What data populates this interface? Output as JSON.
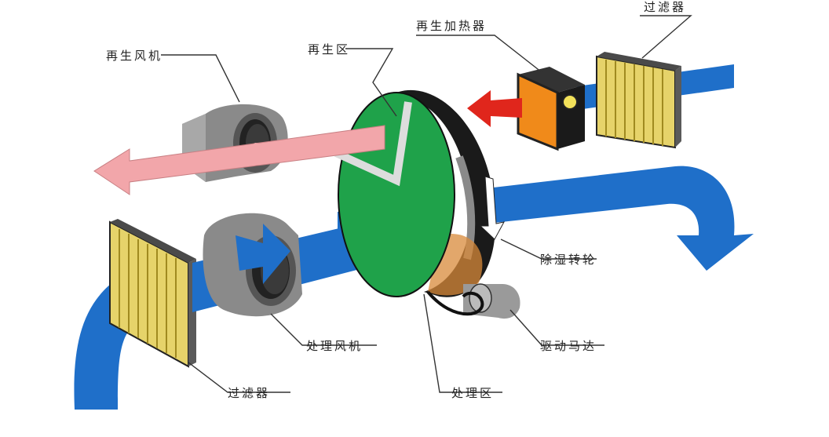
{
  "labels": {
    "regen_fan": "再生风机",
    "regen_zone": "再生区",
    "regen_heater": "再生加热器",
    "filter_top": "过滤器",
    "desiccant_wheel": "除湿转轮",
    "process_fan": "处理风机",
    "drive_motor": "驱动马达",
    "filter_bottom": "过滤器",
    "process_zone": "处理区"
  },
  "colors": {
    "process_air": "#1f6fc9",
    "regen_air_exhaust": "#f2a6aa",
    "regen_air_heated": "#e0261c",
    "wheel_green": "#1fa24a",
    "heater_orange": "#f08a1a",
    "filter_yellow": "#e6d36a"
  },
  "icons": [
    "regen-fan-icon",
    "process-fan-icon",
    "heater-icon",
    "filter-icon",
    "motor-icon",
    "wheel-icon"
  ]
}
